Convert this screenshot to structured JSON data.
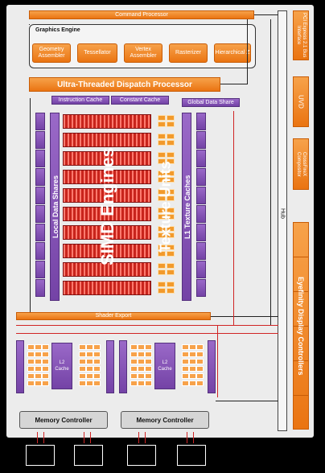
{
  "labels": {
    "command_processor": "Command Processor",
    "graphics_engine": "Graphics Engine",
    "geometry_assembler": "Geometry Assembler",
    "tessellator": "Tessellator",
    "vertex_assembler": "Vertex Assembler",
    "rasterizer": "Rasterizer",
    "hierarchical_z": "Hierarchical Z",
    "dispatch": "Ultra-Threaded Dispatch Processor",
    "instruction_cache": "Instruction Cache",
    "constant_cache": "Constant Cache",
    "global_data_share": "Global Data Share",
    "local_data_shares": "Local Data Shares",
    "simd_engines": "SIMD Engines",
    "texture_units": "Texture Units",
    "l1_texture_caches": "L1 Texture Caches",
    "shader_export": "Shader Export",
    "l2_cache_left": "L2 Cache",
    "l2_cache_right": "L2 Cache",
    "memory_controller_left": "Memory Controller",
    "memory_controller_right": "Memory Controller",
    "hub": "Hub",
    "pci_express": "PCI Express 2.1 Bus Interface",
    "uvd": "UVD",
    "crossfirex": "CrossFireX Compositor",
    "eyefinity": "Eyefinity Display Controllers"
  },
  "colors": {
    "orange": "#ea7412",
    "purple": "#7443a6",
    "simd_red": "#c8241c",
    "background": "#000000",
    "panel": "#ececec"
  }
}
